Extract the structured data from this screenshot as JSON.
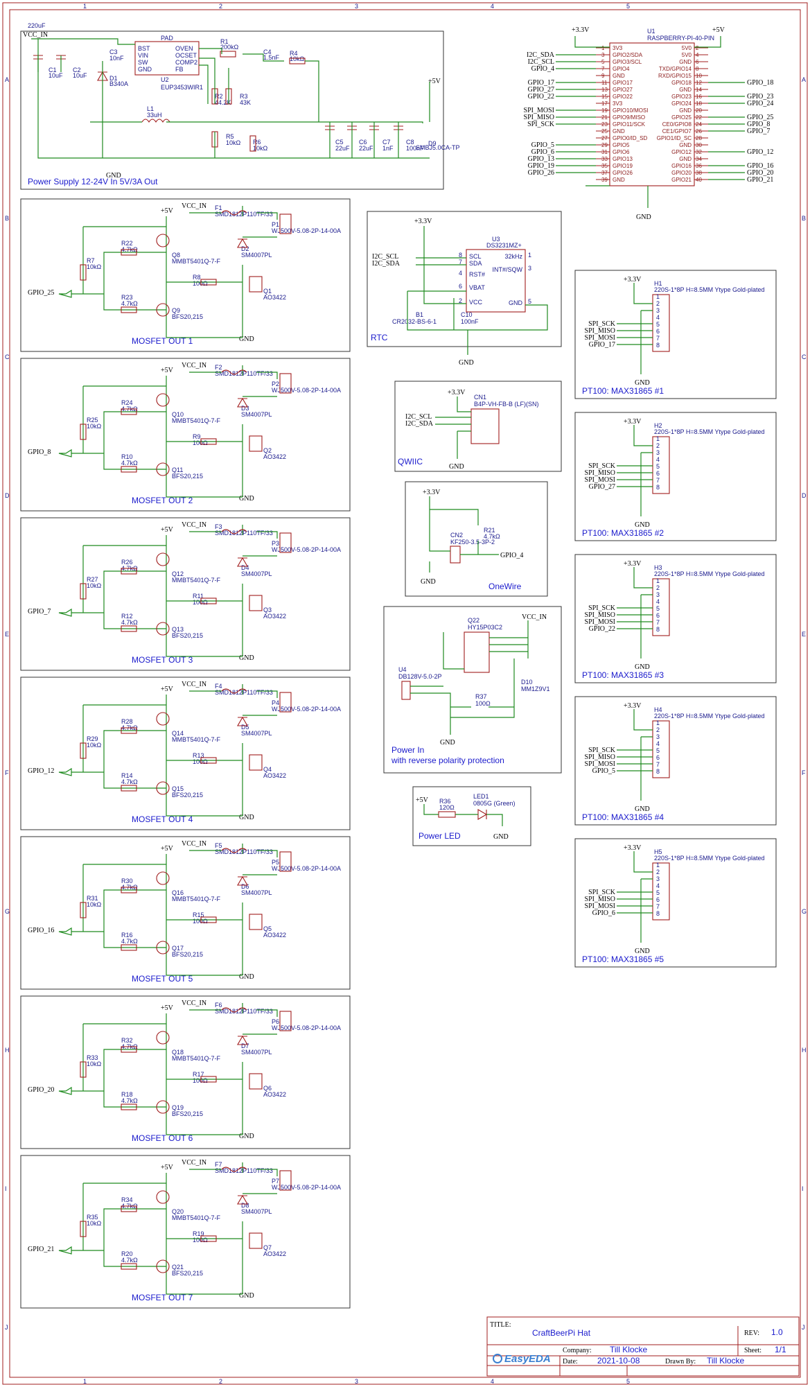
{
  "frame": {
    "cols": [
      "1",
      "2",
      "3",
      "4",
      "5"
    ],
    "rows": [
      "A",
      "B",
      "C",
      "D",
      "E",
      "F",
      "G",
      "H",
      "I",
      "J"
    ]
  },
  "power_supply": {
    "title": "Power Supply 12-24V In 5V/3A Out",
    "net_in": "VCC_IN",
    "net_out": "+5V",
    "gnd": "GND",
    "u2": "U2",
    "u2_part": "EUP3453WIR1",
    "u2_pins": [
      "BST",
      "VIN",
      "SW",
      "GND",
      "OVEN",
      "OCSET",
      "COMP2",
      "FB",
      "PAD"
    ],
    "parts": [
      "C1",
      "10uF",
      "C2",
      "10uF",
      "C3",
      "10nF",
      "D1",
      "B340A",
      "L1",
      "33uH",
      "R1",
      "200kΩ",
      "C4",
      "1.5nF",
      "R4",
      "10kΩ",
      "R2",
      "44.2K",
      "R3",
      "43K",
      "R5",
      "10kΩ",
      "R6",
      "10kΩ",
      "C5",
      "22uF",
      "C6",
      "22uF",
      "C7",
      "1nF",
      "C8",
      "100nF",
      "D9",
      "SMBJ5.0CA-TP",
      "220uF"
    ]
  },
  "rpi": {
    "ref": "U1",
    "part": "RASPBERRY-PI-40-PIN",
    "v33": "+3.3V",
    "v5": "+5V",
    "gnd": "GND",
    "left_pins": [
      "3V3",
      "GPIO2/SDA",
      "GPIO3/SCL",
      "GPIO4",
      "GND",
      "GPIO17",
      "GPIO27",
      "GPIO22",
      "3V3",
      "GPIO10/MOSI",
      "GPIO9/MISO",
      "GPIO11/SCK",
      "GND",
      "GPIO0/ID_SD",
      "GPIO5",
      "GPIO6",
      "GPIO13",
      "GPIO19",
      "GPIO26",
      "GND"
    ],
    "right_pins": [
      "5V0",
      "5V0",
      "GND",
      "TXD/GPIO14",
      "RXD/GPIO15",
      "GPIO18",
      "GND",
      "GPIO23",
      "GPIO24",
      "GND",
      "GPIO25",
      "CE0/GPIO8",
      "CE1/GPIO7",
      "GPIO1/ID_SC",
      "GND",
      "GPIO12",
      "GND",
      "GPIO16",
      "GPIO20",
      "GPIO21"
    ],
    "left_nums": [
      "1",
      "3",
      "5",
      "7",
      "9",
      "11",
      "13",
      "15",
      "17",
      "19",
      "21",
      "23",
      "25",
      "27",
      "29",
      "31",
      "33",
      "35",
      "37",
      "39"
    ],
    "right_nums": [
      "2",
      "4",
      "6",
      "8",
      "10",
      "12",
      "14",
      "16",
      "18",
      "20",
      "22",
      "24",
      "26",
      "28",
      "30",
      "32",
      "34",
      "36",
      "38",
      "40"
    ],
    "left_nets": [
      "I2C_SDA",
      "I2C_SCL",
      "GPIO_4",
      "GPIO_17",
      "GPIO_27",
      "GPIO_22",
      "SPI_MOSI",
      "SPI_MISO",
      "SPI_SCK",
      "GPIO_5",
      "GPIO_6",
      "GPIO_13",
      "GPIO_19",
      "GPIO_26"
    ],
    "right_nets": [
      "GPIO_18",
      "GPIO_23",
      "GPIO_24",
      "GPIO_25",
      "GPIO_8",
      "GPIO_7",
      "GPIO_12",
      "GPIO_16",
      "GPIO_20",
      "GPIO_21"
    ]
  },
  "mosfets": [
    {
      "title": "MOSFET OUT 1",
      "gpio": "GPIO_25",
      "f": "F1",
      "p": "P1",
      "d": "D2",
      "q_p": "Q8",
      "q_n": "Q9",
      "q_fet": "Q1",
      "r_pd": "R7",
      "r_top": "R22",
      "r_bot": "R23",
      "r_gate": "R8"
    },
    {
      "title": "MOSFET OUT 2",
      "gpio": "GPIO_8",
      "f": "F2",
      "p": "P2",
      "d": "D3",
      "q_p": "Q10",
      "q_n": "Q11",
      "q_fet": "Q2",
      "r_pd": "R25",
      "r_top": "R24",
      "r_bot": "R10",
      "r_gate": "R9"
    },
    {
      "title": "MOSFET OUT 3",
      "gpio": "GPIO_7",
      "f": "F3",
      "p": "P3",
      "d": "D4",
      "q_p": "Q12",
      "q_n": "Q13",
      "q_fet": "Q3",
      "r_pd": "R27",
      "r_top": "R26",
      "r_bot": "R12",
      "r_gate": "R11"
    },
    {
      "title": "MOSFET OUT 4",
      "gpio": "GPIO_12",
      "f": "F4",
      "p": "P4",
      "d": "D5",
      "q_p": "Q14",
      "q_n": "Q15",
      "q_fet": "Q4",
      "r_pd": "R29",
      "r_top": "R28",
      "r_bot": "R14",
      "r_gate": "R13"
    },
    {
      "title": "MOSFET OUT 5",
      "gpio": "GPIO_16",
      "f": "F5",
      "p": "P5",
      "d": "D6",
      "q_p": "Q16",
      "q_n": "Q17",
      "q_fet": "Q5",
      "r_pd": "R31",
      "r_top": "R30",
      "r_bot": "R16",
      "r_gate": "R15"
    },
    {
      "title": "MOSFET OUT 6",
      "gpio": "GPIO_20",
      "f": "F6",
      "p": "P6",
      "d": "D7",
      "q_p": "Q18",
      "q_n": "Q19",
      "q_fet": "Q6",
      "r_pd": "R33",
      "r_top": "R32",
      "r_bot": "R18",
      "r_gate": "R17"
    },
    {
      "title": "MOSFET OUT 7",
      "gpio": "GPIO_21",
      "f": "F7",
      "p": "P7",
      "d": "D8",
      "q_p": "Q20",
      "q_n": "Q21",
      "q_fet": "Q7",
      "r_pd": "R35",
      "r_top": "R34",
      "r_bot": "R20",
      "r_gate": "R19"
    }
  ],
  "mosfet_common": {
    "v5": "+5V",
    "vin": "VCC_IN",
    "gnd": "GND",
    "fuse": "SMD1812P110TF/33",
    "conn": "WJ500V-5.08-2P-14-00A",
    "diode": "SM4007PL",
    "qp_part": "MMBT5401Q-7-F",
    "qn_part": "BFS20,215",
    "fet_part": "AO3422",
    "r10k": "10kΩ",
    "r47k": "4.7kΩ",
    "r100": "100Ω"
  },
  "rtc": {
    "title": "RTC",
    "ref": "U3",
    "part": "DS3231MZ+",
    "v33": "+3.3V",
    "gnd": "GND",
    "pins_l": [
      "SCL",
      "SDA",
      "RST#",
      "VBAT",
      "VCC"
    ],
    "pins_r": [
      "32kHz",
      "INT#/SQW",
      "GND"
    ],
    "nums_l": [
      "8",
      "7",
      "4",
      "6",
      "2"
    ],
    "nums_r": [
      "1",
      "3",
      "5"
    ],
    "nets": [
      "I2C_SCL",
      "I2C_SDA"
    ],
    "b1": "B1",
    "b1_part": "CR2032-BS-6-1",
    "c10": "C10",
    "c10_val": "100nF"
  },
  "qwiic": {
    "title": "QWIIC",
    "ref": "CN1",
    "part": "B4P-VH-FB-B (LF)(SN)",
    "v33": "+3.3V",
    "gnd": "GND",
    "nets": [
      "I2C_SCL",
      "I2C_SDA"
    ]
  },
  "onewire": {
    "title": "OneWire",
    "ref": "CN2",
    "part": "KF250-3.5-3P-2",
    "v33": "+3.3V",
    "gnd": "GND",
    "r": "R21",
    "r_val": "4.7kΩ",
    "net": "GPIO_4"
  },
  "power_in": {
    "title": "Power In",
    "subtitle": "with reverse polarity protection",
    "q": "Q22",
    "q_part": "HY15P03C2",
    "u": "U4",
    "u_part": "DB128V-5.0-2P",
    "r": "R37",
    "r_val": "100Ω",
    "d": "D10",
    "d_part": "MM1Z9V1",
    "vin": "VCC_IN",
    "gnd": "GND"
  },
  "power_led": {
    "title": "Power LED",
    "r": "R36",
    "r_val": "120Ω",
    "led": "LED1",
    "led_part": "0805G (Green)",
    "v5": "+5V",
    "gnd": "GND"
  },
  "pt100": [
    {
      "title": "PT100: MAX31865 #1",
      "h": "H1",
      "cs": "GPIO_17"
    },
    {
      "title": "PT100: MAX31865 #2",
      "h": "H2",
      "cs": "GPIO_27"
    },
    {
      "title": "PT100: MAX31865 #3",
      "h": "H3",
      "cs": "GPIO_22"
    },
    {
      "title": "PT100: MAX31865 #4",
      "h": "H4",
      "cs": "GPIO_5"
    },
    {
      "title": "PT100: MAX31865 #5",
      "h": "H5",
      "cs": "GPIO_6"
    }
  ],
  "pt100_common": {
    "part": "220S-1*8P H=8.5MM Ytype Gold-plated",
    "v33": "+3.3V",
    "gnd": "GND",
    "nets": [
      "SPI_SCK",
      "SPI_MISO",
      "SPI_MOSI"
    ]
  },
  "title_block": {
    "title_label": "TITLE:",
    "title": "CraftBeerPi Hat",
    "rev_label": "REV:",
    "rev": "1.0",
    "company_label": "Company:",
    "company": "Till Klocke",
    "sheet_label": "Sheet:",
    "sheet": "1/1",
    "date_label": "Date:",
    "date": "2021-10-08",
    "drawn_label": "Drawn By:",
    "drawn": "Till Klocke",
    "logo": "EasyEDA"
  }
}
